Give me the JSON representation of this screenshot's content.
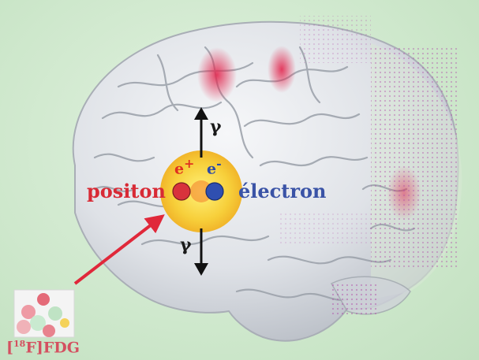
{
  "labels": {
    "positron": "positon",
    "electron": "électron",
    "e_plus_base": "e",
    "e_plus_sup": "+",
    "e_minus_base": "e",
    "e_minus_sup": "-",
    "gamma_top": "γ",
    "gamma_bottom": "γ",
    "tracer_prefix": "[",
    "tracer_sup": "18",
    "tracer_suffix": "F]FDG"
  },
  "colors": {
    "background": "#cfe8cf",
    "brain": "#e6e8ec",
    "activation": "#d8345a",
    "annihilation_glow": "#f5d442",
    "positron_dot": "#d8323c",
    "electron_dot": "#2f4fb0",
    "arrow": "#e0283a",
    "gamma_arrow": "#111111"
  },
  "icons": {
    "molecule": "fdg-molecule-icon",
    "brain": "brain-illustration"
  }
}
